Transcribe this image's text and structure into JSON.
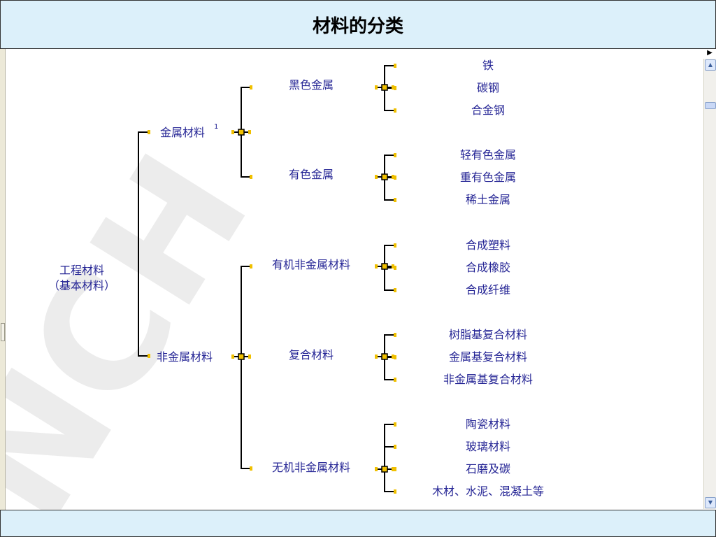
{
  "title": "材料的分类",
  "footnote_marker": "1",
  "root": {
    "label_line1": "工程材料",
    "label_line2": "（基本材料）"
  },
  "level1": [
    {
      "label": "金属材料",
      "children": [
        {
          "label": "黑色金属",
          "children": [
            "铁",
            "碳钢",
            "合金钢"
          ]
        },
        {
          "label": "有色金属",
          "children": [
            "轻有色金属",
            "重有色金属",
            "稀土金属"
          ]
        }
      ]
    },
    {
      "label": "非金属材料",
      "children": [
        {
          "label": "有机非金属材料",
          "children": [
            "合成塑料",
            "合成橡胶",
            "合成纤维"
          ]
        },
        {
          "label": "复合材料",
          "children": [
            "树脂基复合材料",
            "金属基复合材料",
            "非金属基复合材料"
          ]
        },
        {
          "label": "无机非金属材料",
          "children": [
            "陶瓷材料",
            "玻璃材料",
            "石磨及碳",
            "木材、水泥、混凝土等"
          ]
        }
      ]
    }
  ],
  "colors": {
    "label_text": "#252595",
    "connector_line": "#000000",
    "node_marker": "#f0c000",
    "header_background": "#dcf0fa"
  },
  "icons": {
    "scroll_up": "chevron-up-icon",
    "scroll_down": "chevron-down-icon",
    "pane_toggle": "triangle-right-icon"
  }
}
